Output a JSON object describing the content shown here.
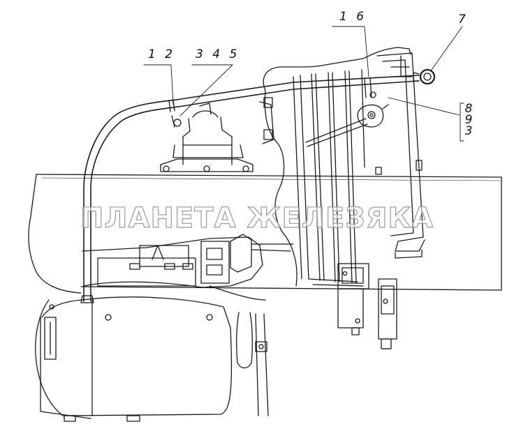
{
  "callouts": {
    "label_1_2": "1 2",
    "label_3_4_5": "3 4 5",
    "label_1_6": "1 6",
    "label_7": "7",
    "label_8_9_3": [
      "8",
      "9",
      "3"
    ]
  },
  "watermark": "ПЛАНЕТА ЖЕЛЕЗЯКА"
}
